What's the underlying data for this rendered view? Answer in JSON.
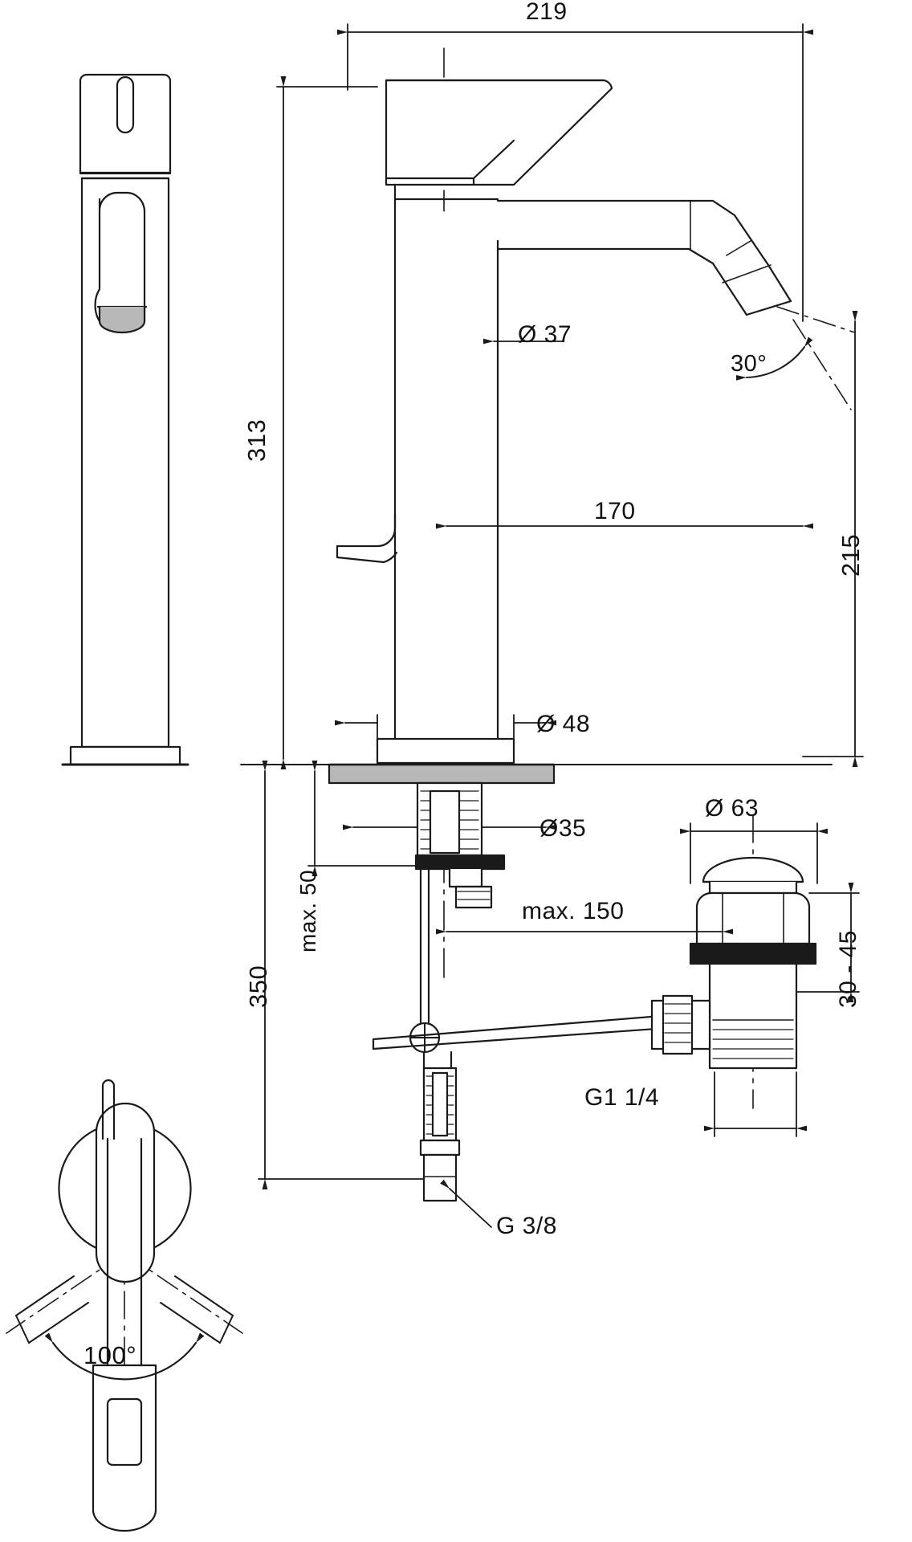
{
  "drawing": {
    "title": "Technical dimension drawing — single lever basin mixer (tall vessel) with pop-up waste",
    "units": "mm",
    "line_color": "#1a1a1a",
    "fill_color": "#ffffff",
    "shade_color": "#b8b8b8"
  },
  "dimensions": {
    "overall_width": "219",
    "total_height_to_spout": "313",
    "spout_reach": "170",
    "spout_height": "215",
    "body_diameter": "Ø 37",
    "base_diameter": "Ø 48",
    "tail_diameter": "Ø35",
    "waste_cap_diameter": "Ø 63",
    "max_deck_thickness": "max. 50",
    "total_below_deck": "350",
    "max_waste_rod_distance": "max. 150",
    "waste_adjust_range": "30 - 45",
    "outlet_angle": "30°",
    "lever_swivel_angle": "100°",
    "waste_thread": "G1 1/4",
    "supply_thread": "G 3/8"
  },
  "views": {
    "side_view": "side-elevation-left",
    "front_view": "front-elevation-main",
    "top_view": "top-view-lever-swing",
    "waste_view": "pop-up-waste-assembly"
  }
}
